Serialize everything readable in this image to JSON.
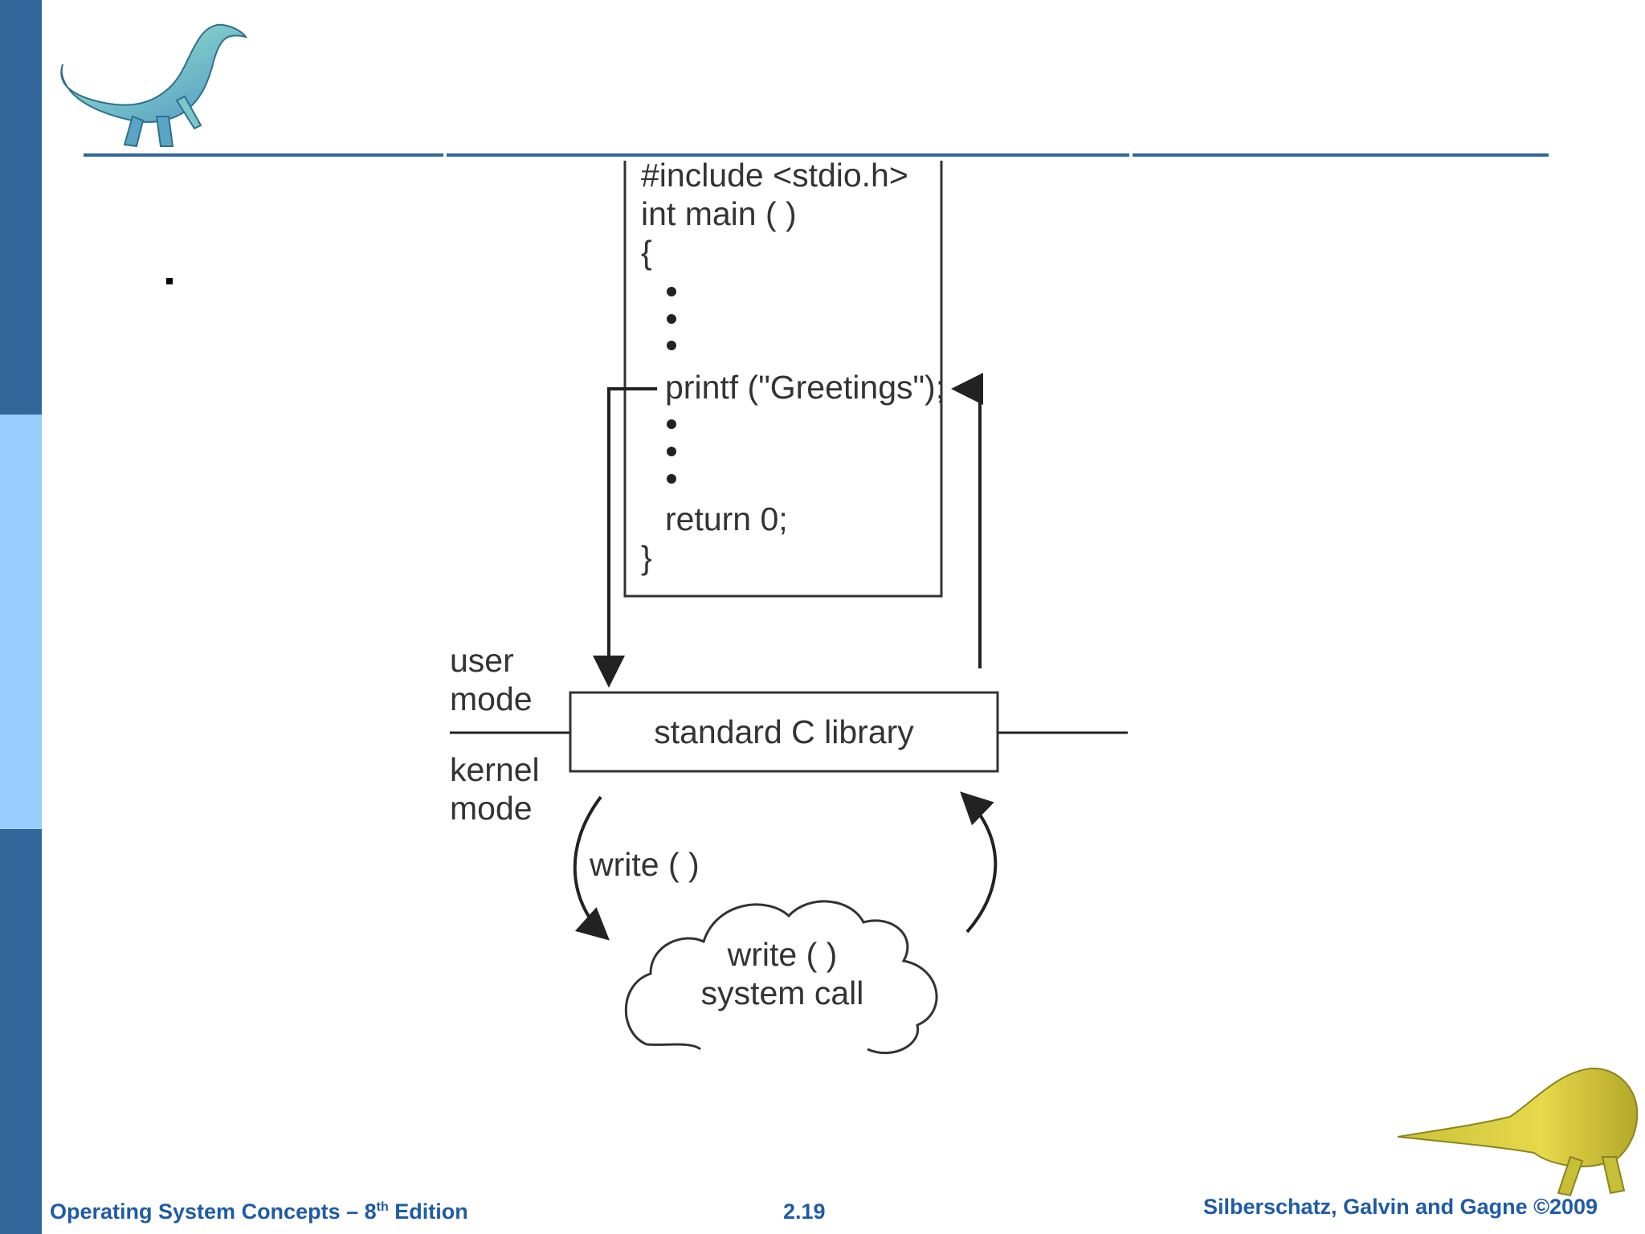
{
  "diagram": {
    "code_lines": [
      "#include <stdio.h>",
      "int main ( )",
      "{",
      "printf (\"Greetings\");",
      "return 0;",
      "}"
    ],
    "library_label": "standard C library",
    "user_mode_label_1": "user",
    "user_mode_label_2": "mode",
    "kernel_mode_label_1": "kernel",
    "kernel_mode_label_2": "mode",
    "write_call_label": "write ( )",
    "syscall_label_1": "write ( )",
    "syscall_label_2": "system call"
  },
  "footer": {
    "title_pre": "Operating System Concepts – 8",
    "title_sup": "th",
    "title_post": " Edition",
    "page_number": "2.19",
    "copyright": "Silberschatz, Galvin and Gagne ©2009"
  },
  "colors": {
    "sidebar_dark": "#336699",
    "sidebar_light": "#99ccff",
    "footer_text": "#1f5ba6"
  }
}
